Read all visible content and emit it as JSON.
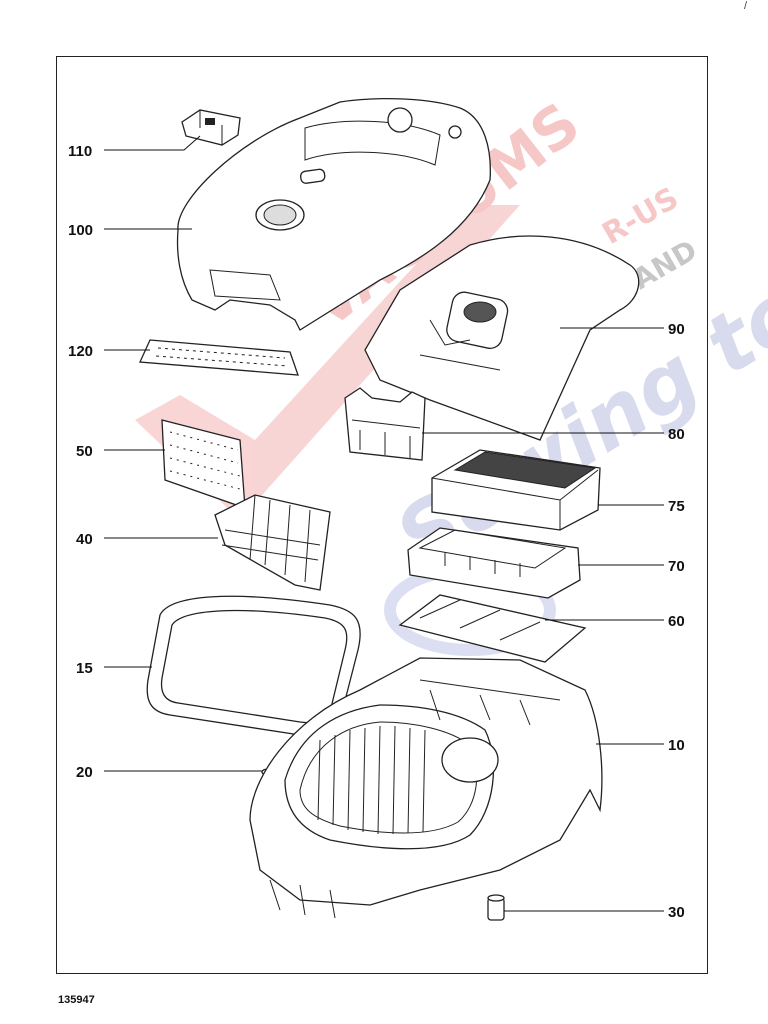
{
  "diagram": {
    "doc_number": "135947",
    "corner_mark": "/",
    "watermark": {
      "line1": "VACUUMS",
      "line2": "R-US",
      "line3": "AND",
      "line4": "Sewing too"
    },
    "callouts": [
      {
        "id": "110",
        "label": "110"
      },
      {
        "id": "100",
        "label": "100"
      },
      {
        "id": "120",
        "label": "120"
      },
      {
        "id": "50",
        "label": "50"
      },
      {
        "id": "40",
        "label": "40"
      },
      {
        "id": "15",
        "label": "15"
      },
      {
        "id": "20",
        "label": "20"
      },
      {
        "id": "90",
        "label": "90"
      },
      {
        "id": "80",
        "label": "80"
      },
      {
        "id": "75",
        "label": "75"
      },
      {
        "id": "70",
        "label": "70"
      },
      {
        "id": "60",
        "label": "60"
      },
      {
        "id": "10",
        "label": "10"
      },
      {
        "id": "30",
        "label": "30"
      }
    ]
  }
}
